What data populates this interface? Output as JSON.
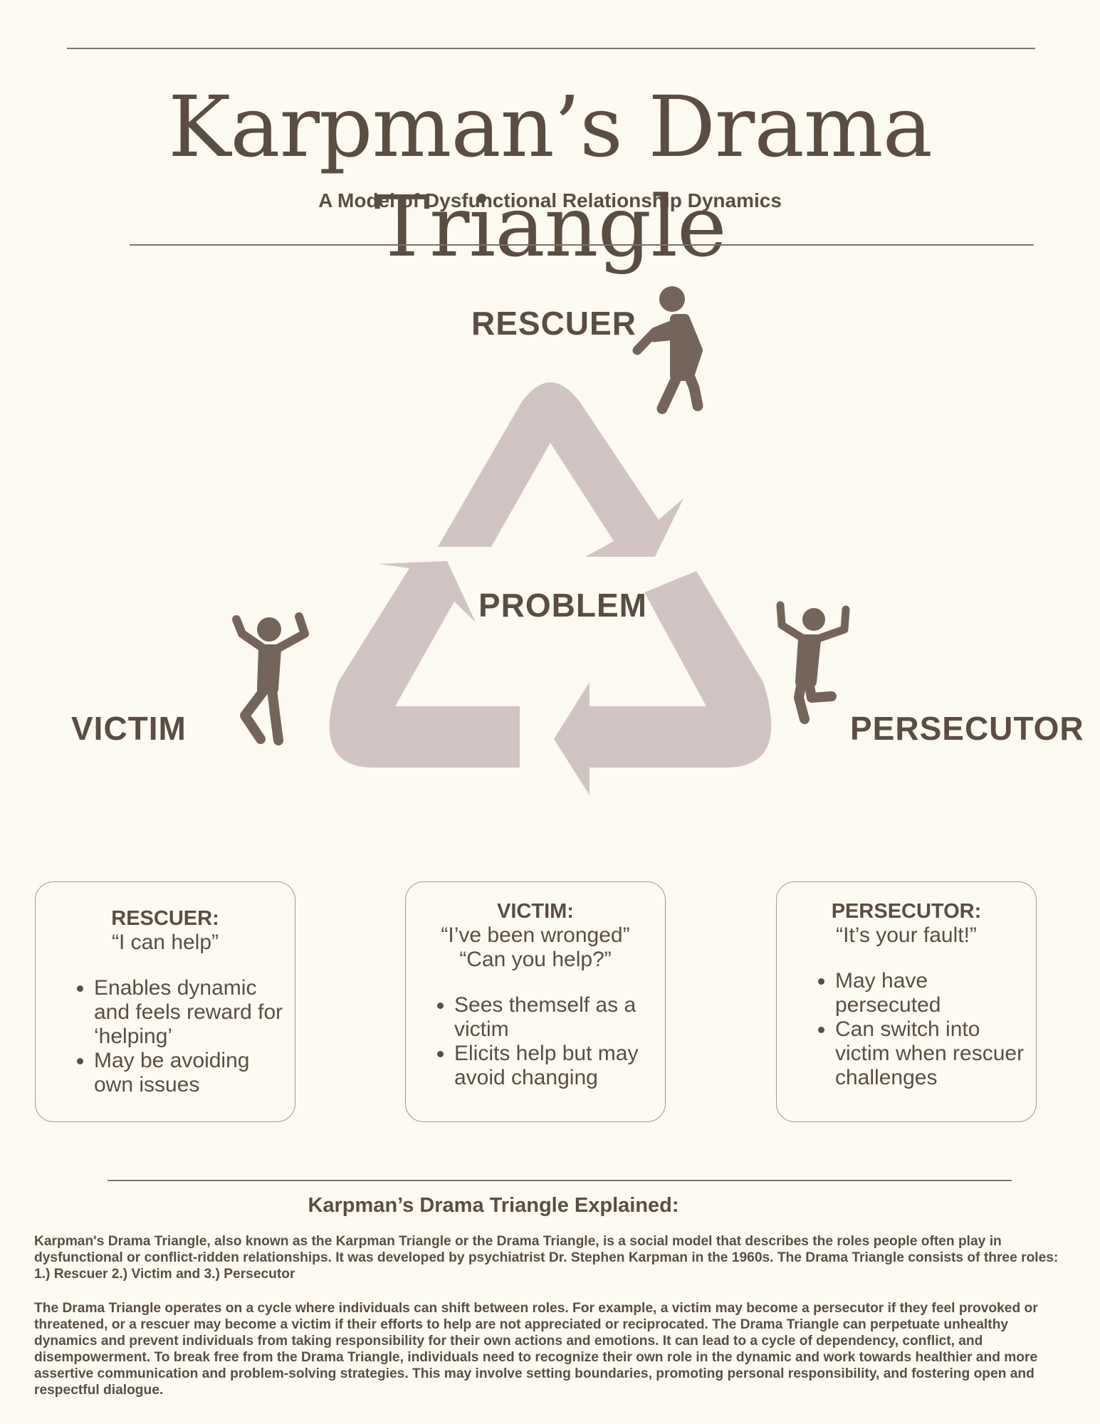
{
  "header": {
    "title": "Karpman’s Drama Triangle",
    "subtitle": "A Model of Dysfunctional Relationship Dynamics"
  },
  "diagram": {
    "center_label": "PROBLEM",
    "roles": {
      "rescuer": "RESCUER",
      "victim": "VICTIM",
      "persecutor": "PERSECUTOR"
    },
    "arrow_color": "#d3c4c4",
    "figure_color": "#75645a"
  },
  "cards": [
    {
      "heading": "RESCUER:",
      "quotes": [
        "“I can help”"
      ],
      "bullets": [
        "Enables dynamic and feels reward for ‘helping’",
        "May be avoiding own issues"
      ]
    },
    {
      "heading": "VICTIM:",
      "quotes": [
        "“I’ve been wronged”",
        "“Can you help?”"
      ],
      "bullets": [
        "Sees themself as a victim",
        "Elicits help but may avoid changing"
      ]
    },
    {
      "heading": "PERSECUTOR:",
      "quotes": [
        "“It’s your fault!”"
      ],
      "bullets": [
        "May have persecuted",
        "Can switch into victim when rescuer challenges"
      ]
    }
  ],
  "explanation": {
    "title": "Karpman’s Drama Triangle Explained:",
    "paragraphs": [
      "Karpman's Drama Triangle, also known as the Karpman Triangle or the Drama Triangle, is a social model that describes the roles people often play in dysfunctional or conflict-ridden relationships. It was developed by psychiatrist Dr. Stephen Karpman in the 1960s. The Drama Triangle consists of three roles: 1.) Rescuer 2.) Victim and 3.) Persecutor",
      "The Drama Triangle operates on a cycle where individuals can shift between roles. For example, a victim may become a persecutor if they feel provoked or threatened, or a rescuer may become a victim if their efforts to help are not appreciated or reciprocated. The Drama Triangle can perpetuate unhealthy dynamics and prevent individuals from taking responsibility for their own actions and emotions. It can lead to a cycle of dependency, conflict, and disempowerment. To break free from the Drama Triangle, individuals need to recognize their own role in the dynamic and work towards healthier and more assertive communication and problem-solving strategies. This may involve setting boundaries, promoting personal responsibility, and fostering open and respectful dialogue."
    ]
  }
}
